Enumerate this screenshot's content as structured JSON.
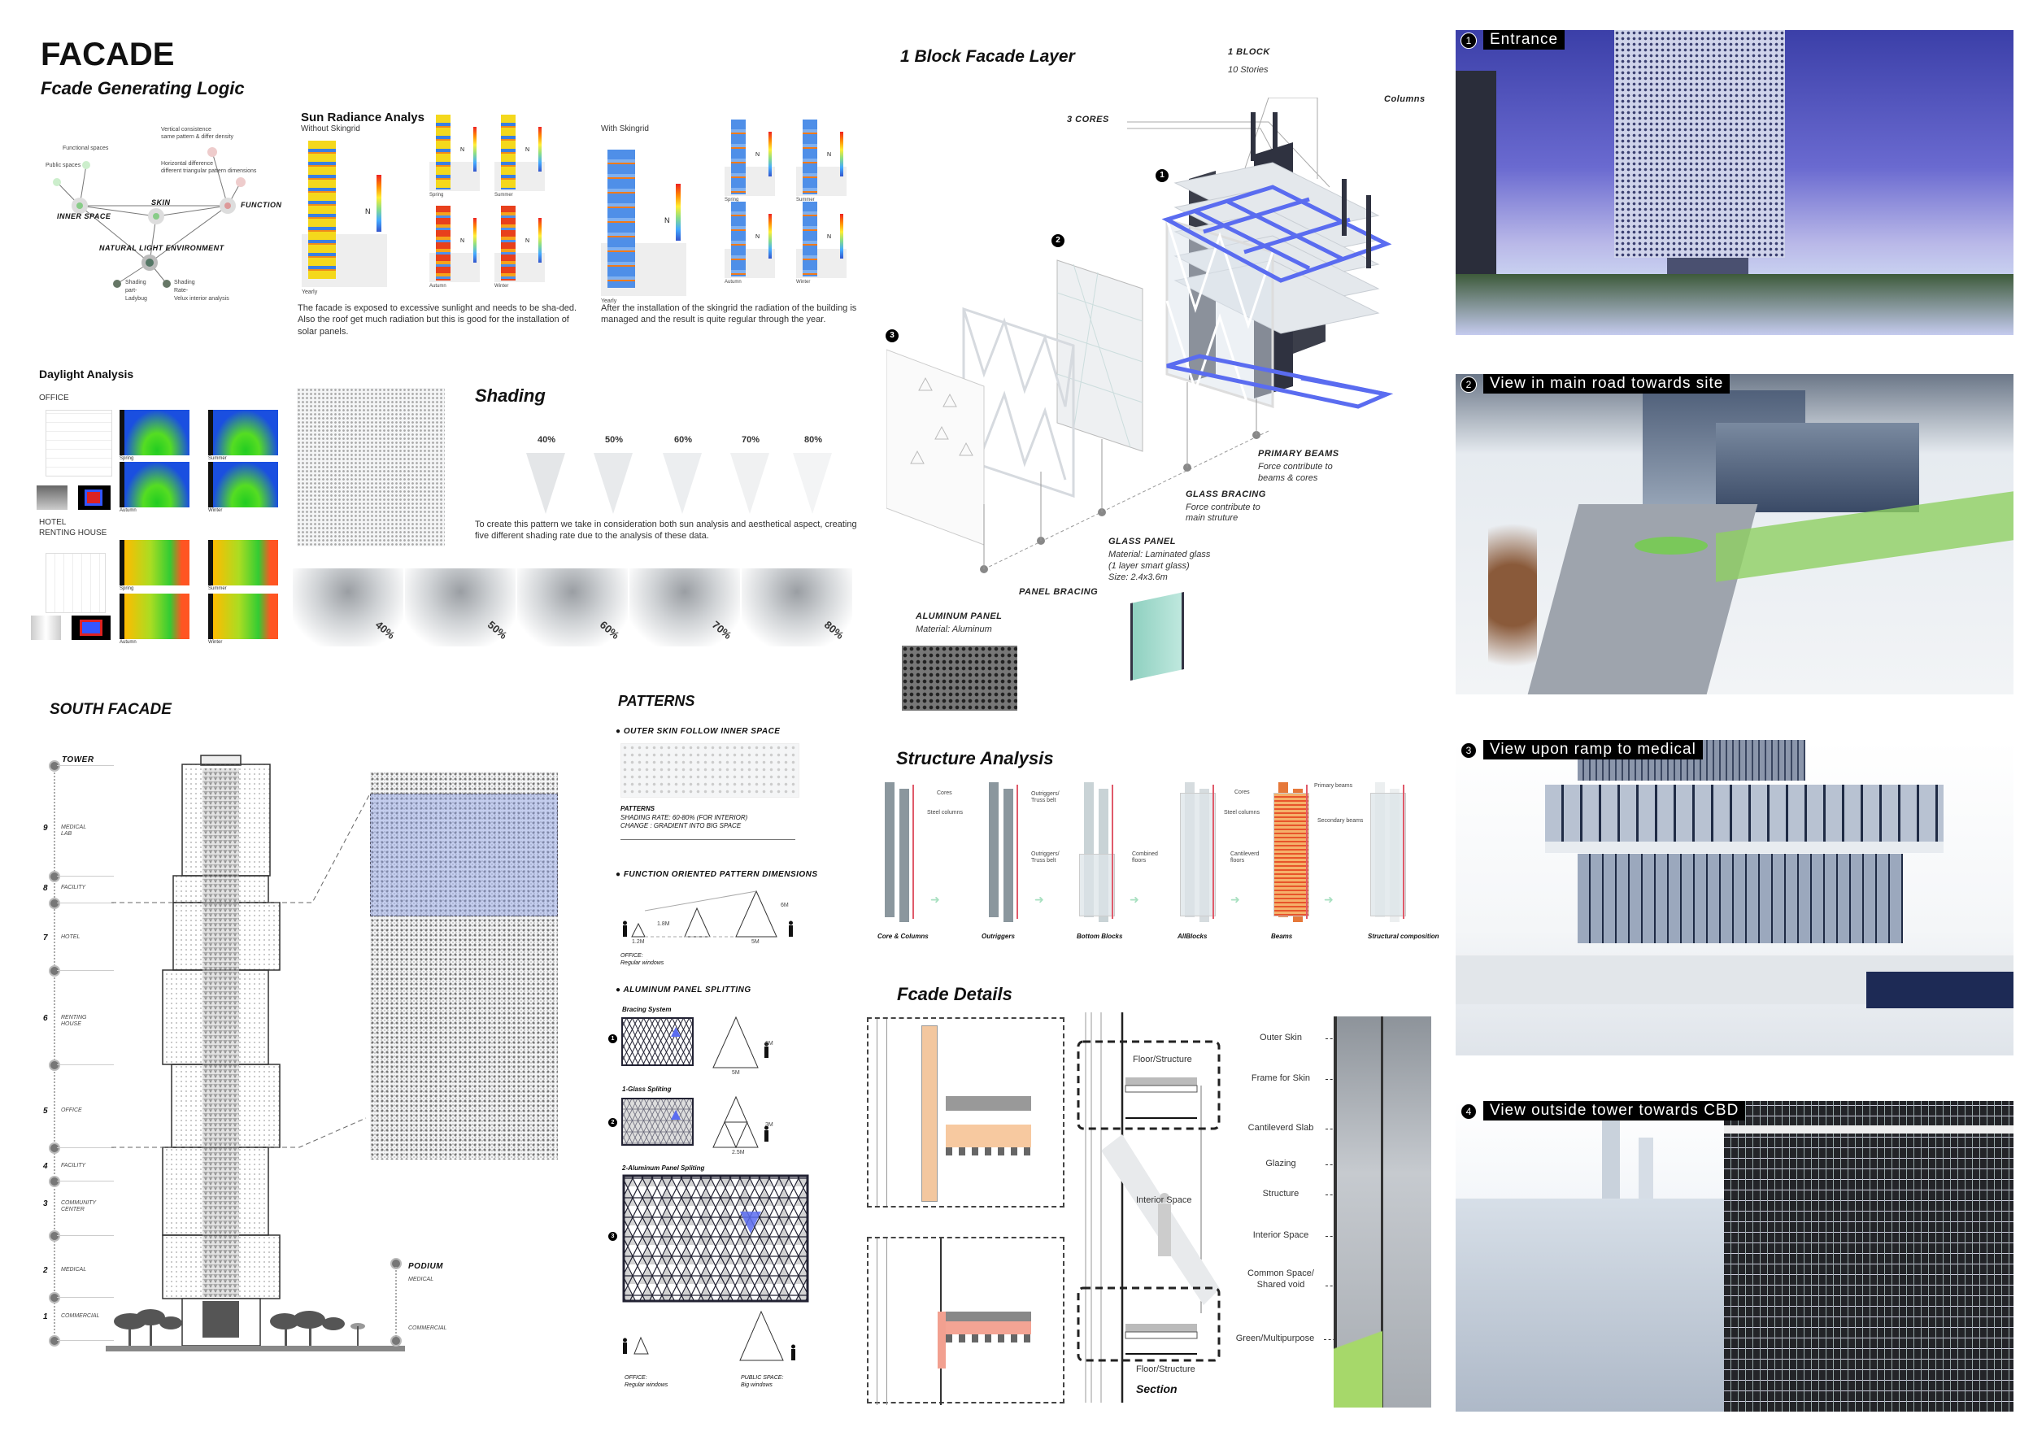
{
  "header": {
    "title": "FACADE",
    "subtitle": "Fcade Generating Logic"
  },
  "logic_diagram": {
    "vertical": "Vertical consistence",
    "vertical_sub": "same pattern & differ density",
    "functional_spaces": "Functional spaces",
    "public_spaces": "Public spaces",
    "horizontal": "Horizontal difference",
    "horizontal_sub": "different triangular pattern dimensions",
    "inner_space": "INNER SPACE",
    "skin": "SKIN",
    "function": "FUNCTION",
    "natural_light": "NATURAL LIGHT ENVIRONMENT",
    "shading_part": [
      "Shading",
      "part-",
      "Ladybug"
    ],
    "shading_rate": [
      "Shading",
      "Rate-",
      "Velux interior analysis"
    ]
  },
  "sun_radiance": {
    "title": "Sun Radiance Analys",
    "without_label": "Without Skingrid",
    "with_label": "With Skingrid",
    "seasons": {
      "yearly": "Yearly",
      "spring": "Spring",
      "summer": "Summer",
      "autumn": "Autumn",
      "winter": "Winter"
    },
    "north": "N",
    "without_text": "The  facade is exposed to excessive sunlight  and needs to be sha-ded.\nAlso the roof get much radiation but this is good for the installation of solar panels.",
    "with_text": "After the installation of the skingrid the radiation of the building is managed and the result is quite regular through the year."
  },
  "daylight": {
    "title": "Daylight Analysis",
    "office": "OFFICE",
    "hotel": "HOTEL",
    "renting": "RENTING HOUSE",
    "seasons": [
      "Spring",
      "Summer",
      "Autumn",
      "Winter"
    ]
  },
  "shading": {
    "title": "Shading",
    "rates": [
      "40%",
      "50%",
      "60%",
      "70%",
      "80%"
    ],
    "text": "To create this pattern we take in consideration both sun analysis and aesthetical aspect, creating five different shading rate due to the analysis of these data."
  },
  "block_layer": {
    "title": "1 Block Facade Layer",
    "block": "1 BLOCK",
    "stories": "10 Stories",
    "columns": "Columns",
    "cores": "3 CORES",
    "numbers": [
      "1",
      "2",
      "3"
    ],
    "primary_beams": {
      "title": "PRIMARY BEAMS",
      "l1": "Force contribute to",
      "l2": "beams & cores"
    },
    "glass_bracing": {
      "title": "GLASS BRACING",
      "l1": "Force contribute to",
      "l2": "main struture"
    },
    "glass_panel": {
      "title": "GLASS PANEL",
      "l1": "Material: Laminated glass",
      "l2": "(1 layer smart glass)",
      "l3": "Size: 2.4x3.6m"
    },
    "panel_bracing": {
      "title": "PANEL BRACING"
    },
    "aluminum_panel": {
      "title": "ALUMINUM PANEL",
      "l1": "Material: Aluminum"
    }
  },
  "renders": [
    {
      "num": "1",
      "caption": "Entrance"
    },
    {
      "num": "2",
      "caption": "View in main road towards site"
    },
    {
      "num": "3",
      "caption": "View upon ramp to medical"
    },
    {
      "num": "4",
      "caption": "View outside tower towards CBD"
    }
  ],
  "south_facade": {
    "title": "SOUTH FACADE",
    "tower": "TOWER",
    "podium": "PODIUM",
    "podium_medical": "MEDICAL",
    "podium_commercial": "COMMERCIAL",
    "levels": [
      {
        "num": "9",
        "label": "MEDICAL LAB"
      },
      {
        "num": "8",
        "label": "FACILITY"
      },
      {
        "num": "7",
        "label": "HOTEL"
      },
      {
        "num": "6",
        "label": "RENTING HOUSE"
      },
      {
        "num": "5",
        "label": "OFFICE"
      },
      {
        "num": "4",
        "label": "FACILITY"
      },
      {
        "num": "3",
        "label": "COMMUNITY CENTER"
      },
      {
        "num": "2",
        "label": "MEDICAL"
      },
      {
        "num": "1",
        "label": "COMMERCIAL"
      }
    ]
  },
  "patterns": {
    "title": "PATTERNS",
    "outer_skin": "OUTER SKIN FOLLOW INNER SPACE",
    "patterns_label": "PATTERNS",
    "shading_rate": "SHADING RATE: 60-80% (FOR INTERIOR)",
    "change": "CHANGE : GRADIENT INTO BIG SPACE",
    "function_oriented": "FUNCTION ORIENTED PATTERN DIMENSIONS",
    "dims": {
      "h_small": "1.8M",
      "w_small": "1.2M",
      "h_big": "6M",
      "w_big": "5M",
      "h_glass": "3M",
      "w_glass": "2.5M"
    },
    "office": "OFFICE:",
    "regular_windows": "Regular windows",
    "public_space": "PUBLIC SPACE:",
    "big_windows": "Big windows",
    "aluminum_splitting": "ALUMINUM PANEL SPLITTING",
    "bracing_system": "Bracing System",
    "glass_spliting": "1-Glass Spliting",
    "aluminum_spliting": "2-Aluminum Panel Spliting",
    "numbers": [
      "1",
      "2",
      "3"
    ]
  },
  "structure": {
    "title": "Structure Analysis",
    "steps": [
      "Core & Columns",
      "Outriggers",
      "Bottom Blocks",
      "AllBlocks",
      "Beams",
      "Structural composition"
    ],
    "notes": {
      "cores": "Cores",
      "steel_columns": "Steel columns",
      "outriggers": "Outriggers/",
      "truss_belt": "Truss belt",
      "combined": "Combined",
      "floors": "floors",
      "cantileverd": "Cantileverd",
      "primary_beams": "Primary beams",
      "secondary_beams": "Secondary beams"
    }
  },
  "details": {
    "title": "Fcade Details",
    "floor_structure": "Floor/Structure",
    "interior_space": "Interior Space",
    "section": "Section",
    "labels": [
      "Outer Skin",
      "Frame for Skin",
      "Cantileverd Slab",
      "Glazing",
      "Structure",
      "Interior Space",
      "Common Space/",
      "Shared void",
      "Green/Multipurpose"
    ]
  },
  "colors": {
    "accent_blue": "#5a6cf0",
    "heat_red": "#e33",
    "heat_yellow": "#f4d81c",
    "heat_blue": "#3b7fe0",
    "green_arrow": "#a8e0c0"
  }
}
